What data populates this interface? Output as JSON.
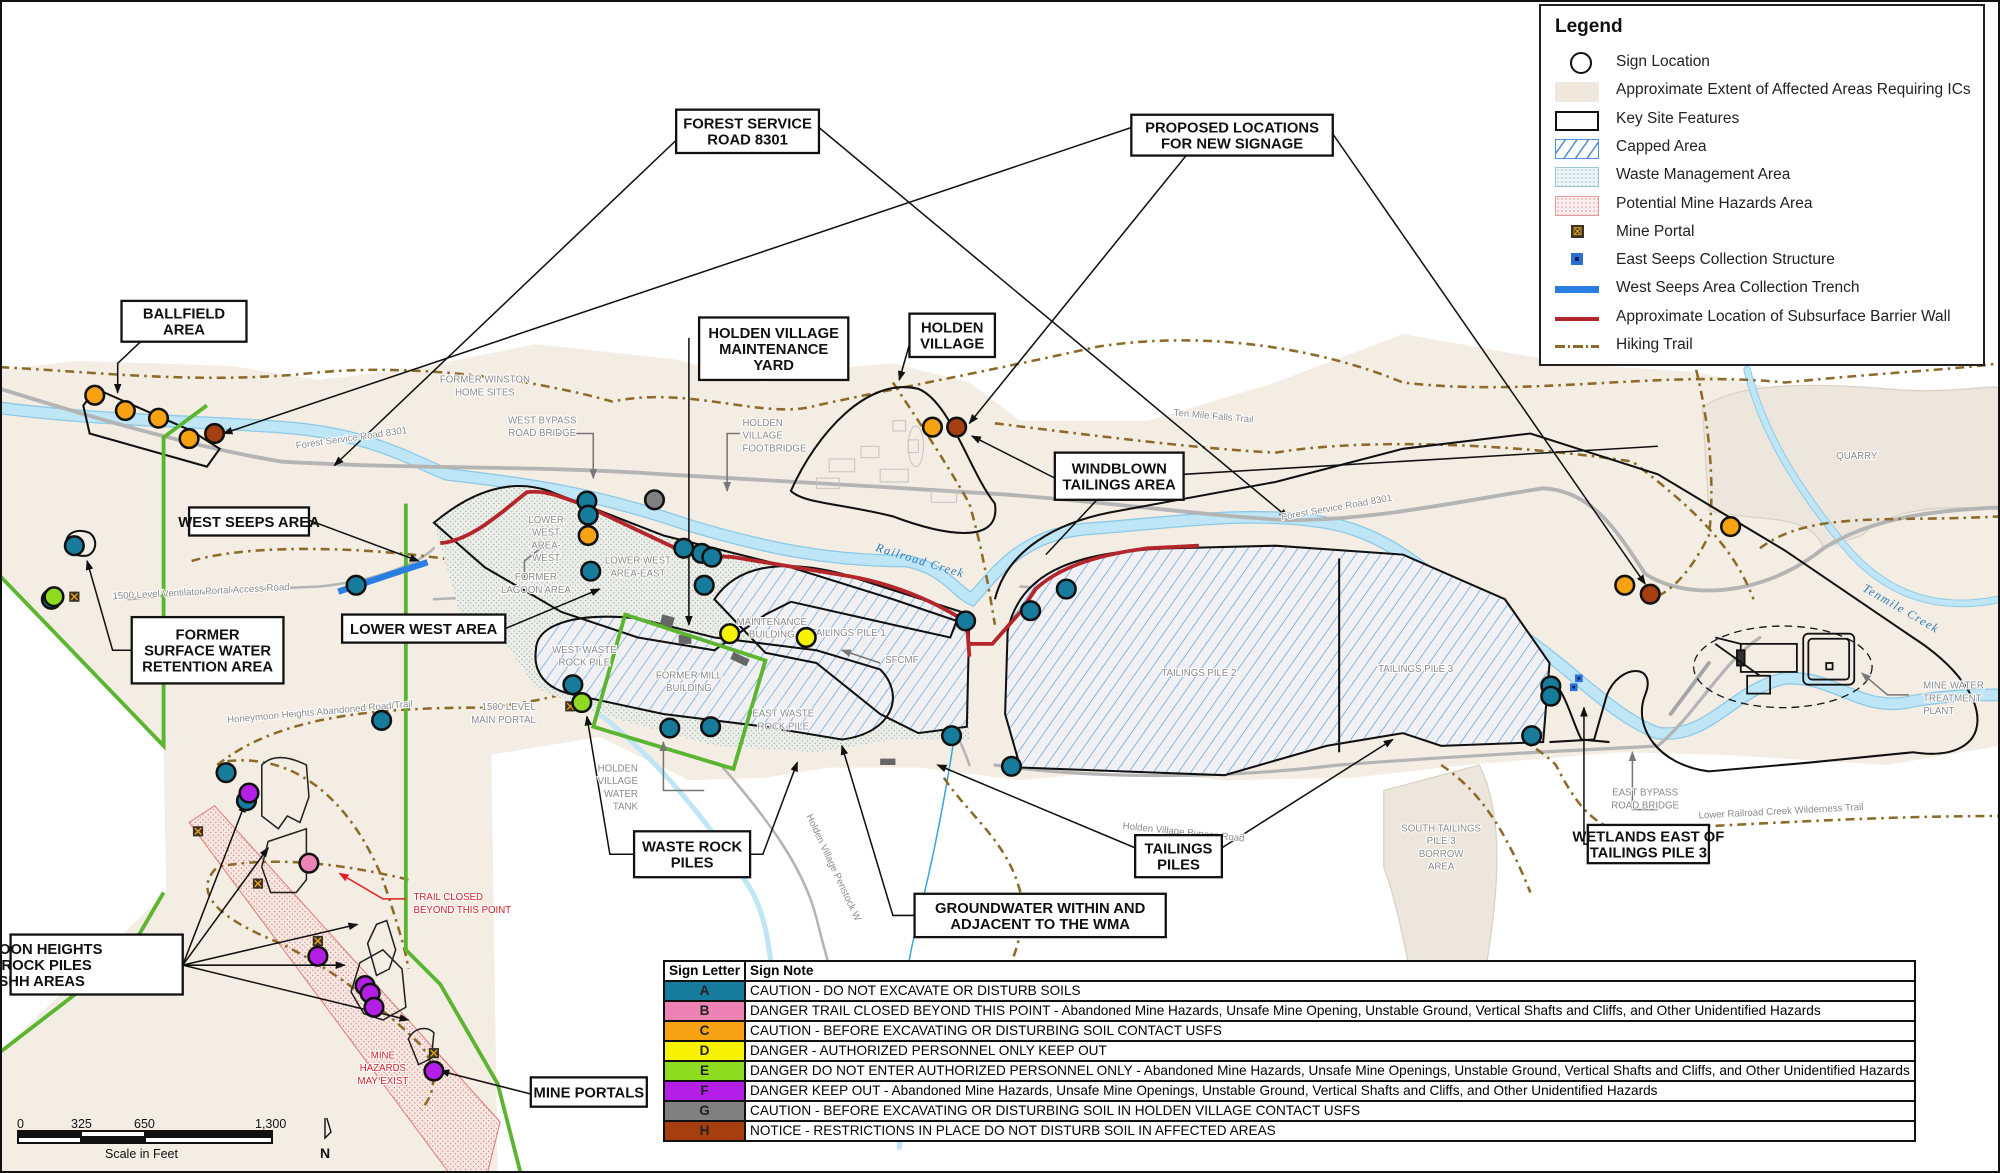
{
  "legend": {
    "title": "Legend",
    "items": [
      {
        "symbol": "sign-location",
        "label": "Sign Location"
      },
      {
        "symbol": "affected-area",
        "label": "Approximate Extent of Affected Areas Requiring ICs"
      },
      {
        "symbol": "key-site-features",
        "label": "Key Site Features"
      },
      {
        "symbol": "capped-area",
        "label": "Capped Area"
      },
      {
        "symbol": "waste-management-area",
        "label": "Waste Management Area"
      },
      {
        "symbol": "mine-hazards-area",
        "label": "Potential Mine Hazards Area"
      },
      {
        "symbol": "mine-portal",
        "label": "Mine Portal"
      },
      {
        "symbol": "east-seeps-structure",
        "label": "East Seeps Collection Structure"
      },
      {
        "symbol": "west-seeps-trench",
        "label": "West Seeps Area Collection Trench"
      },
      {
        "symbol": "barrier-wall",
        "label": "Approximate Location of Subsurface Barrier Wall"
      },
      {
        "symbol": "hiking-trail",
        "label": "Hiking Trail"
      }
    ]
  },
  "sign_table": {
    "headers": [
      "Sign Letter",
      "Sign Note"
    ],
    "rows": [
      {
        "letter": "A",
        "color": "#177b9c",
        "note": "CAUTION - DO NOT EXCAVATE OR DISTURB SOILS"
      },
      {
        "letter": "B",
        "color": "#ee82b5",
        "note": "DANGER TRAIL CLOSED BEYOND THIS POINT - Abandoned Mine Hazards, Unsafe Mine Opening, Unstable Ground, Vertical Shafts and Cliffs, and Other Unidentified Hazards"
      },
      {
        "letter": "C",
        "color": "#f7a212",
        "note": "CAUTION - BEFORE EXCAVATING OR DISTURBING SOIL CONTACT USFS"
      },
      {
        "letter": "D",
        "color": "#f7f200",
        "note": "DANGER - AUTHORIZED PERSONNEL ONLY KEEP OUT"
      },
      {
        "letter": "E",
        "color": "#8edb1f",
        "note": "DANGER DO NOT ENTER AUTHORIZED PERSONNEL ONLY - Abandoned Mine Hazards, Unsafe Mine Openings, Unstable Ground, Vertical Shafts and Cliffs, and Other Unidentified Hazards"
      },
      {
        "letter": "F",
        "color": "#b41fe8",
        "note": "DANGER KEEP OUT - Abandoned Mine Hazards, Unsafe Mine Openings, Unstable Ground, Vertical Shafts and Cliffs, and Other Unidentified Hazards"
      },
      {
        "letter": "G",
        "color": "#808080",
        "note": "CAUTION - BEFORE EXCAVATING OR DISTURBING SOIL IN HOLDEN VILLAGE CONTACT USFS"
      },
      {
        "letter": "H",
        "color": "#a53f10",
        "note": "NOTICE - RESTRICTIONS IN PLACE DO NOT DISTURB SOIL IN AFFECTED AREAS"
      }
    ]
  },
  "callouts": {
    "ballfield": [
      "BALLFIELD",
      "AREA"
    ],
    "fs_road": [
      "FOREST SERVICE",
      "ROAD 8301"
    ],
    "proposed": [
      "PROPOSED LOCATIONS",
      "FOR NEW SIGNAGE"
    ],
    "maint_yard": [
      "HOLDEN VILLAGE",
      "MAINTENANCE",
      "YARD"
    ],
    "holden_village": [
      "HOLDEN",
      "VILLAGE"
    ],
    "windblown": [
      "WINDBLOWN",
      "TAILINGS AREA"
    ],
    "west_seeps": [
      "WEST SEEPS AREA"
    ],
    "retention": [
      "FORMER",
      "SURFACE WATER",
      "RETENTION AREA"
    ],
    "lower_west": [
      "LOWER WEST AREA"
    ],
    "waste_rock": [
      "WASTE ROCK",
      "PILES"
    ],
    "tailings": [
      "TAILINGS",
      "PILES"
    ],
    "groundwater": [
      "GROUNDWATER WITHIN AND",
      "ADJACENT TO THE WMA"
    ],
    "wetlands": [
      "WETLANDS EAST OF",
      "TAILINGS PILE 3"
    ],
    "honeymoon": [
      "HONEYMOON HEIGHTS",
      "WASTE ROCK PILES",
      "AND DSHH AREAS"
    ],
    "mine_portals": [
      "MINE PORTALS"
    ]
  },
  "map_labels": {
    "former_winston": [
      "FORMER WINSTON",
      "HOME SITES"
    ],
    "west_bypass_bridge": [
      "WEST BYPASS",
      "ROAD BRIDGE"
    ],
    "footbridge": [
      "HOLDEN",
      "VILLAGE",
      "FOOTBRIDGE"
    ],
    "fs_road_west": [
      "Forest Service Road 8301"
    ],
    "fs_road_east": [
      "Forest Service Road 8301"
    ],
    "lower_west_west": [
      "LOWER",
      "WEST",
      "AREA-",
      "WEST"
    ],
    "lower_west_east": [
      "LOWER WEST",
      "AREA-EAST"
    ],
    "former_lagoon": [
      "FORMER",
      "LAGOON AREA"
    ],
    "ventilator_road": [
      "1500 Level Ventilator Portal Access Road"
    ],
    "maintenance_building": [
      "MAINTENANCE",
      "BUILDING"
    ],
    "tailings_pile_1": [
      "TAILINGS PILE 1"
    ],
    "sfcmf": [
      "SFCMF"
    ],
    "west_waste_rock": [
      "WEST WASTE",
      "ROCK PILE"
    ],
    "former_mill": [
      "FORMER MILL",
      "BUILDING"
    ],
    "east_waste_rock": [
      "EAST WASTE",
      "ROCK PILE"
    ],
    "main_portal": [
      "1500 LEVEL",
      "MAIN PORTAL"
    ],
    "honeymoon_road": [
      "Honeymoon Heights Abandoned Road/Trail"
    ],
    "water_tank": [
      "HOLDEN",
      "VILLAGE",
      "WATER",
      "TANK"
    ],
    "penstock_road": [
      "Holden Village Penstock W"
    ],
    "trail_closed": [
      "TRAIL CLOSED",
      "BEYOND THIS POINT"
    ],
    "mine_hazards": [
      "MINE",
      "HAZARDS",
      "MAY EXIST"
    ],
    "ten_mile_falls": [
      "Ten Mile Falls Trail"
    ],
    "railroad_creek": [
      "Railroad Creek"
    ],
    "tailings_pile_2": [
      "TAILINGS PILE 2"
    ],
    "tailings_pile_3": [
      "TAILINGS PILE 3"
    ],
    "bypass_road": [
      "Holden Village Bypass Road"
    ],
    "quarry": [
      "QUARRY"
    ],
    "tenmile_creek": [
      "Tenmile Creek"
    ],
    "treatment_plant": [
      "MINE WATER",
      "TREATMENT",
      "PLANT"
    ],
    "east_bypass_bridge": [
      "EAST BYPASS",
      "ROAD BRIDGE"
    ],
    "south_borrow": [
      "SOUTH TAILINGS",
      "PILE 3",
      "BORROW",
      "AREA"
    ],
    "lower_rr_trail": [
      "Lower Railroad Creek Wilderness Trail"
    ]
  },
  "scale_bar": {
    "ticks": [
      "0",
      "325",
      "650",
      "1,300"
    ],
    "label": "Scale in Feet"
  },
  "north_arrow": {
    "label": "N"
  },
  "colors": {
    "affected_area": "#f3ede4",
    "river": "#bfe6f7",
    "road": "#b4b4b4",
    "trail": "#8c6b2a",
    "barrier_wall": "#b3262b",
    "capped": "#4f8fd9",
    "boundary_green": "#5cb531",
    "trench": "#2a7de1"
  }
}
